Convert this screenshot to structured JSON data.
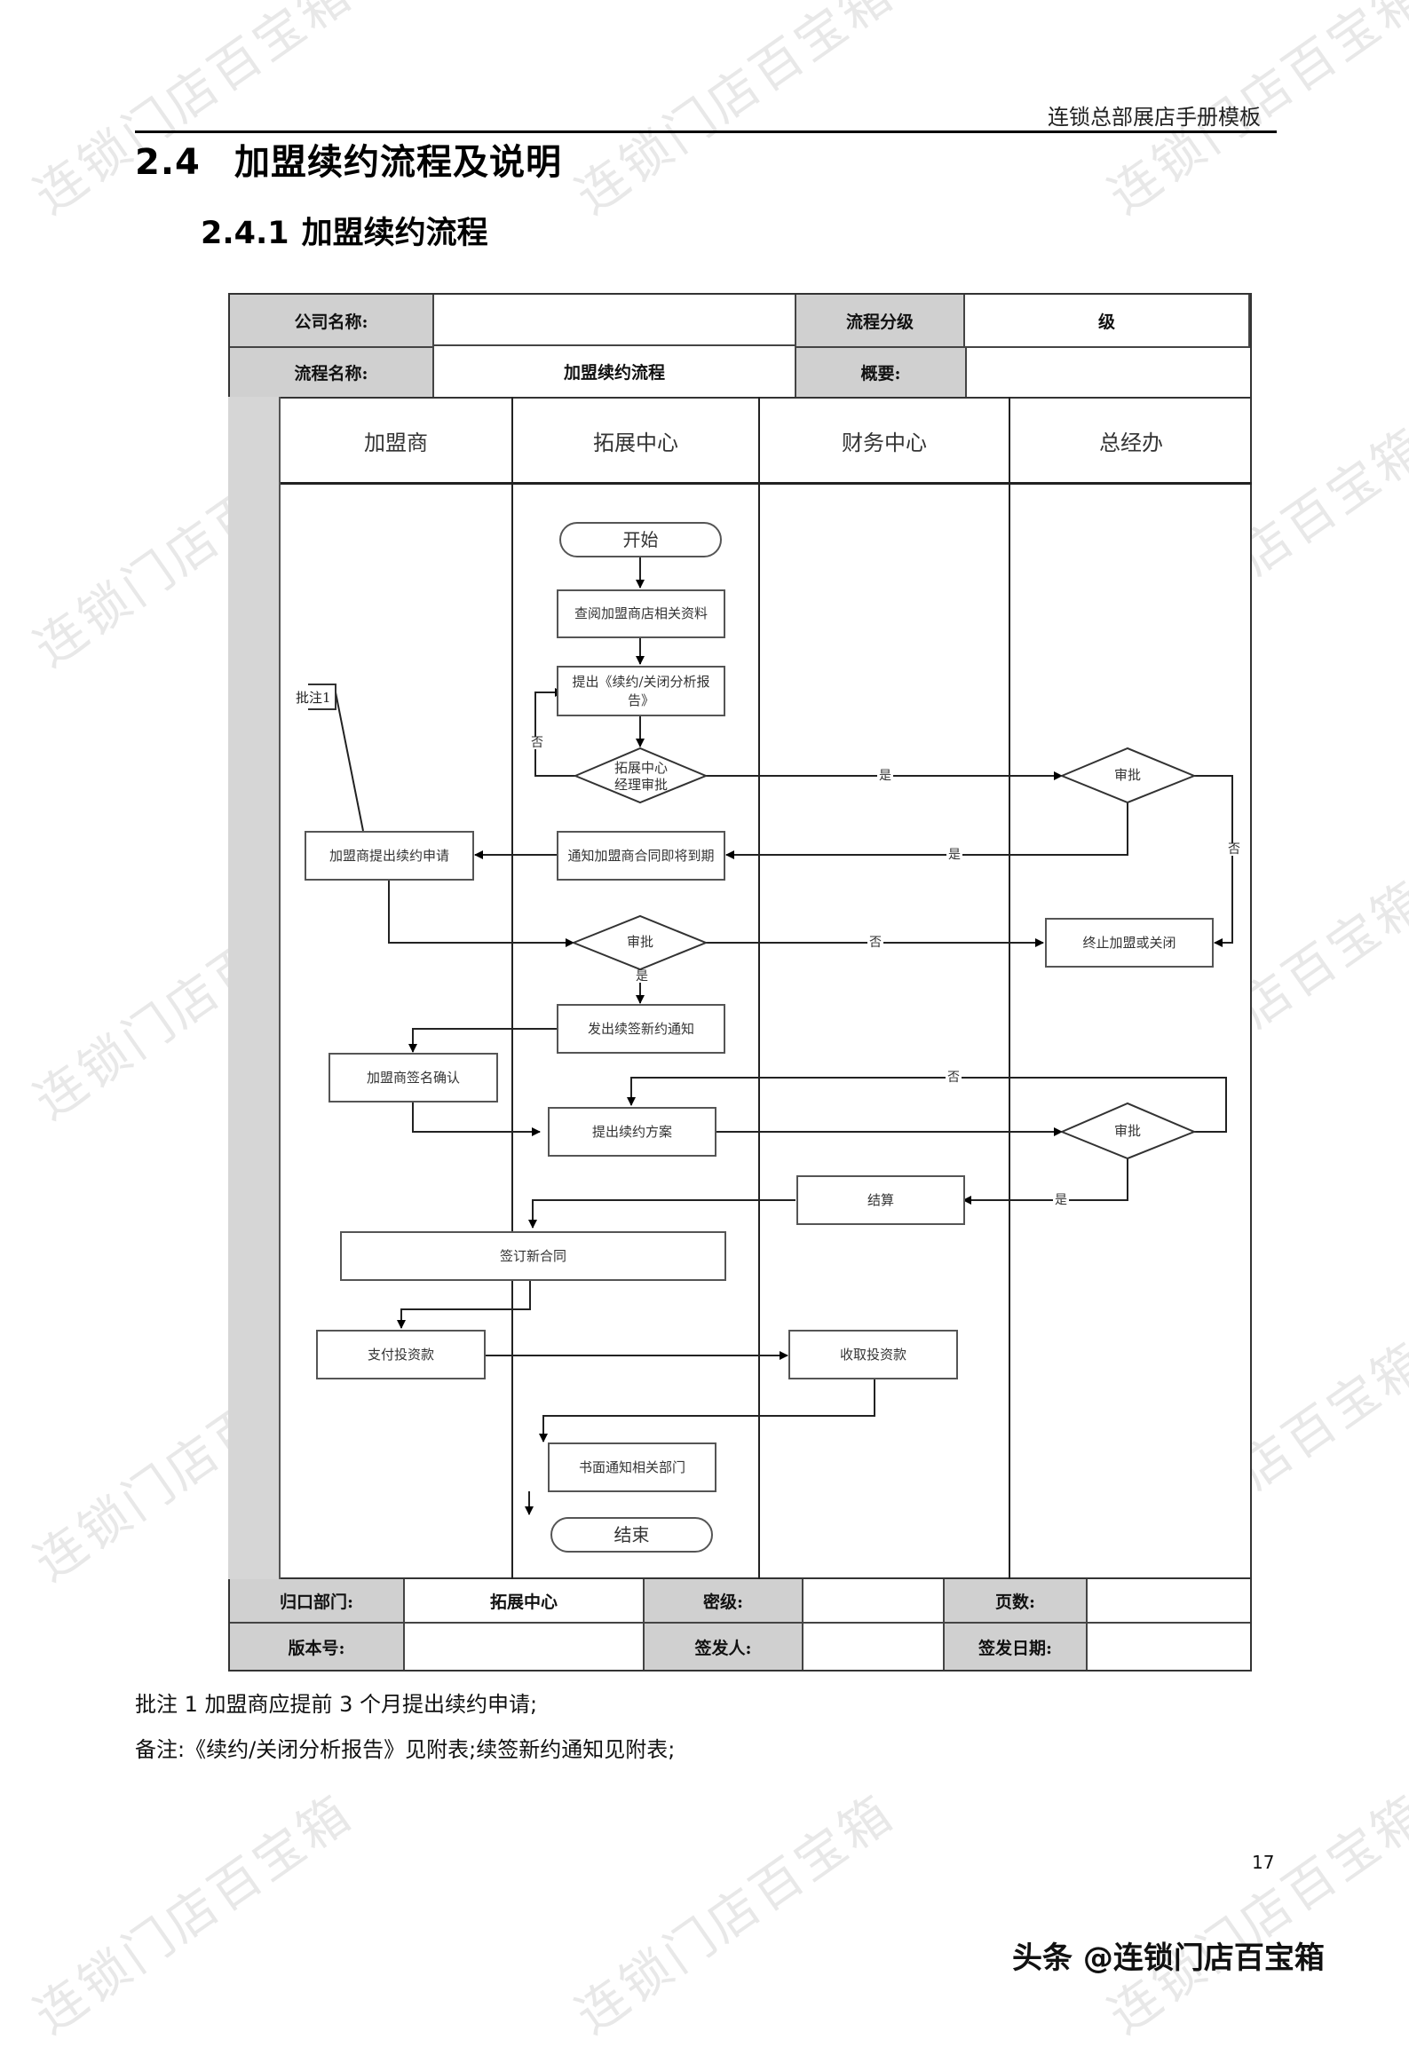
{
  "header": {
    "running_title": "连锁总部展店手册模板"
  },
  "section": {
    "number": "2.4",
    "title": "加盟续约流程及说明"
  },
  "subsection": {
    "number": "2.4.1",
    "title": "加盟续约流程"
  },
  "form_header": {
    "company_label": "公司名称:",
    "company_value": "",
    "level_label": "流程分级",
    "level_value": "级",
    "process_label": "流程名称:",
    "process_value": "加盟续约流程",
    "summary_label": "概要:",
    "summary_value": ""
  },
  "lanes": [
    "加盟商",
    "拓展中心",
    "财务中心",
    "总经办"
  ],
  "nodes": {
    "start": "开始",
    "review_info": "查阅加盟商店相关资料",
    "submit_report": "提出《续约/关闭分析报告》",
    "manager_approval": "拓展中心经理审批",
    "gm_approval_1": "审批",
    "notify_expiry": "通知加盟商合同即将到期",
    "franchisee_apply": "加盟商提出续约申请",
    "approval_2": "审批",
    "terminate": "终止加盟或关闭",
    "send_notice": "发出续签新约通知",
    "franchisee_sign": "加盟商签名确认",
    "renewal_plan": "提出续约方案",
    "gm_approval_3": "审批",
    "settlement": "结算",
    "sign_contract": "签订新合同",
    "pay_investment": "支付投资款",
    "collect_investment": "收取投资款",
    "notify_departments": "书面通知相关部门",
    "end": "结束"
  },
  "edge_labels": {
    "yes": "是",
    "no": "否"
  },
  "annotation": {
    "label": "批注1"
  },
  "form_footer": {
    "dept_label": "归口部门:",
    "dept_value": "拓展中心",
    "secret_label": "密级:",
    "secret_value": "",
    "pages_label": "页数:",
    "pages_value": "",
    "version_label": "版本号:",
    "version_value": "",
    "issuer_label": "签发人:",
    "issuer_value": "",
    "date_label": "签发日期:",
    "date_value": ""
  },
  "notes": {
    "note1": "批注 1  加盟商应提前 3 个月提出续约申请;",
    "note2": "备注:《续约/关闭分析报告》见附表;续签新约通知见附表;"
  },
  "page_number": "17",
  "credit": "头条 @连锁门店百宝箱",
  "watermark": "连锁门店百宝箱"
}
